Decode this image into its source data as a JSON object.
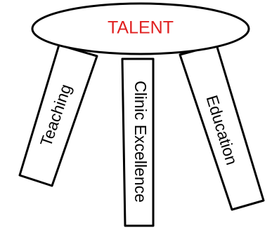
{
  "seat": {
    "label": "TALENT",
    "label_color": "#e02020"
  },
  "legs": {
    "left": {
      "label": "Teaching"
    },
    "center": {
      "label": "Clinic Excellence"
    },
    "right": {
      "label": "Education"
    }
  },
  "colors": {
    "outline": "#000000",
    "fill": "#ffffff",
    "text": "#000000"
  }
}
